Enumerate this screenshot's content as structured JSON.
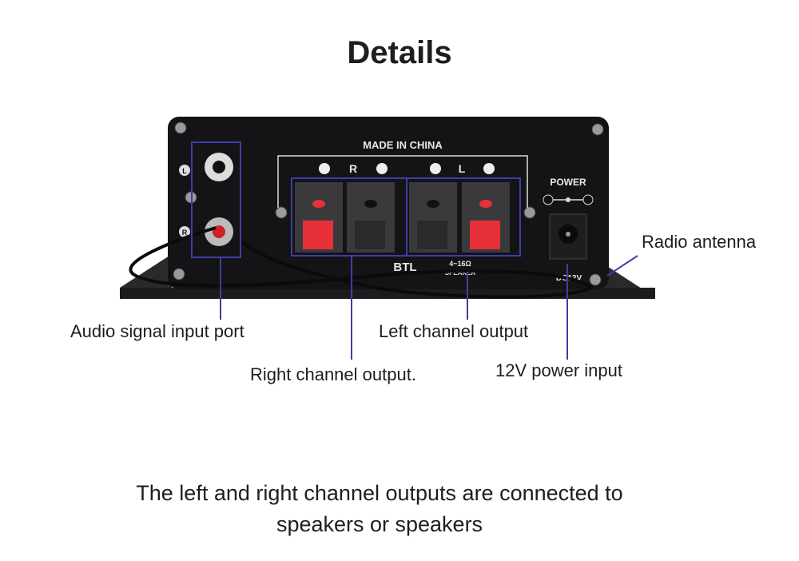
{
  "title": "Details",
  "labels": {
    "audio_input": "Audio signal input port",
    "left_output": "Left channel output",
    "right_output": "Right channel output.",
    "power_input": "12V power input",
    "radio_antenna": "Radio antenna"
  },
  "panel": {
    "made_in": "MADE IN CHINA",
    "right_channel": "R",
    "left_channel": "L",
    "input_left": "L",
    "input_right": "R",
    "power": "POWER",
    "btl": "BTL",
    "impedance": "4~16Ω",
    "speaker": "SPEAKER",
    "dc": "DC12V"
  },
  "caption": {
    "line1": "The left and right channel outputs are connected to",
    "line2": "speakers or speakers"
  },
  "colors": {
    "callout": "#3b3fa6",
    "panel": "#141416",
    "red_clip": "#e8303a"
  }
}
